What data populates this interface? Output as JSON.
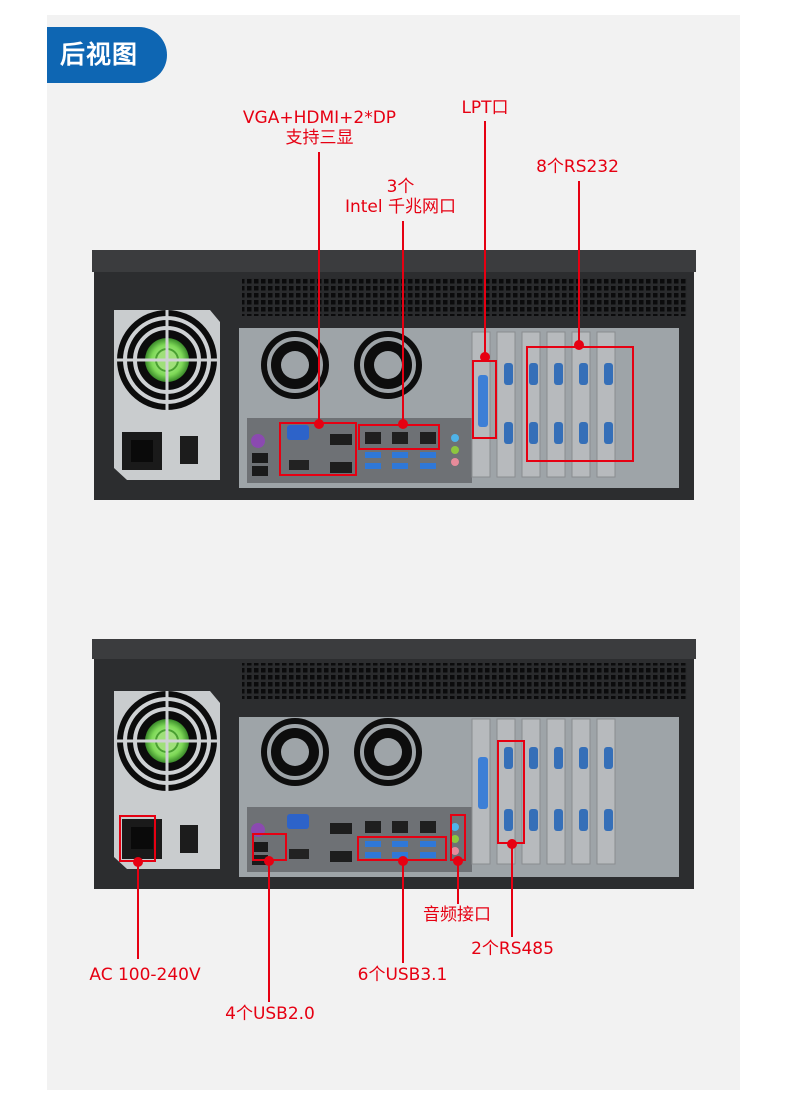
{
  "header": {
    "title": "后视图",
    "accent_color": "#0e66b3"
  },
  "annotation_color": "#e60012",
  "top_view": {
    "labels": {
      "video": [
        "VGA+HDMI+2*DP",
        "支持三显"
      ],
      "lan": [
        "3个",
        "Intel 千兆网口"
      ],
      "lpt": "LPT口",
      "rs232": "8个RS232"
    }
  },
  "bottom_view": {
    "labels": {
      "power": "AC 100-240V",
      "usb2": "4个USB2.0",
      "usb3": "6个USB3.1",
      "audio": "音频接口",
      "rs485": "2个RS485"
    }
  }
}
